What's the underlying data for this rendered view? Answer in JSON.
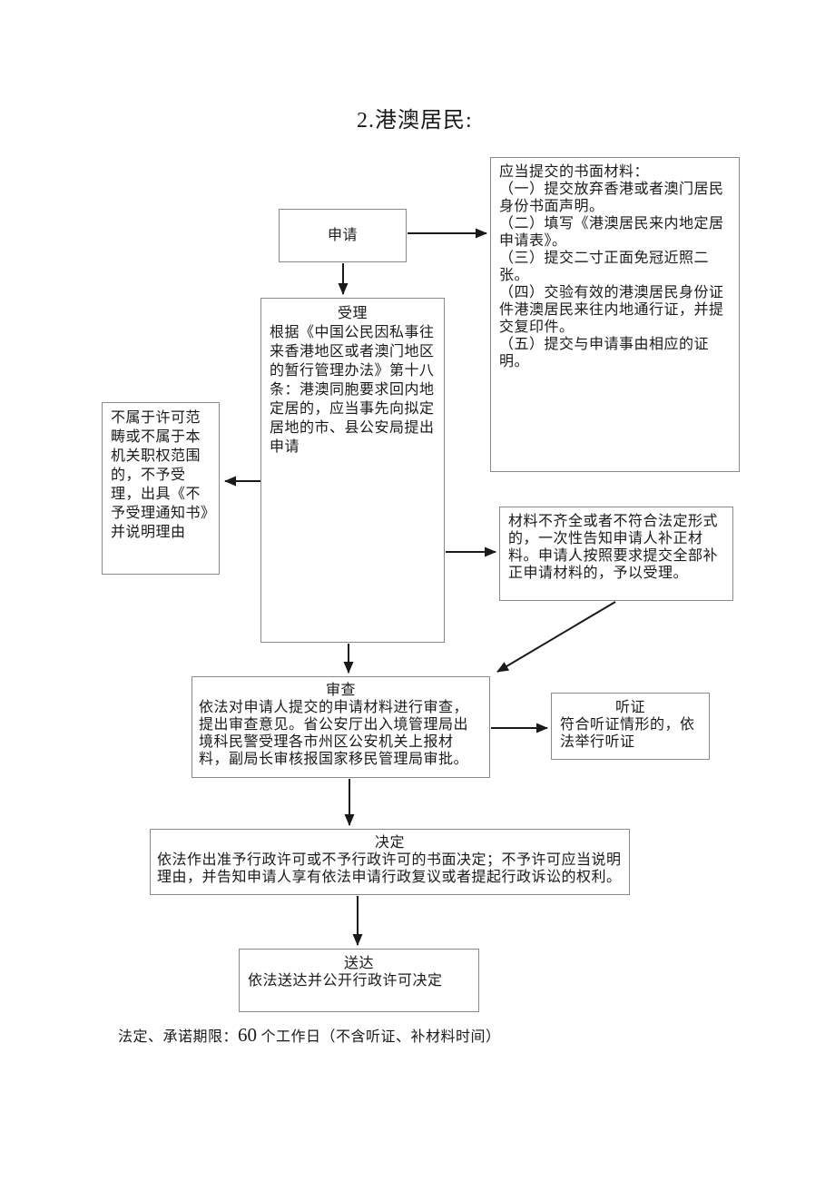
{
  "page": {
    "title": "2.港澳居民:"
  },
  "colors": {
    "ink": "#1a1a1a",
    "box_border": "#8a8a8a",
    "background": "#ffffff"
  },
  "flowchart": {
    "nodes": {
      "apply": {
        "title": "申请"
      },
      "materials": {
        "body": "应当提交的书面材料：\n（一）提交放弃香港或者澳门居民身份书面声明。\n（二）填写《港澳居民来内地定居申请表》。\n（三）提交二寸正面免冠近照二张。\n（四）交验有效的港澳居民身份证件港澳居民来往内地通行证，并提交复印件。\n（五）提交与申请事由相应的证明。"
      },
      "accept": {
        "title": "受理",
        "body": "根据《中国公民因私事往来香港地区或者澳门地区的暂行管理办法》第十八条：港澳同胞要求回内地定居的，应当事先向拟定居地的市、县公安局提出申请"
      },
      "reject": {
        "body": "不属于许可范畴或不属于本机关职权范围的，不予受理，出具《不予受理通知书》并说明理由"
      },
      "supplement": {
        "body": "材料不齐全或者不符合法定形式的，一次性告知申请人补正材料。申请人按照要求提交全部补正申请材料的，予以受理。"
      },
      "review": {
        "title": "审查",
        "body": "依法对申请人提交的申请材料进行审查，提出审查意见。省公安厅出入境管理局出境科民警受理各市州区公安机关上报材料，副局长审核报国家移民管理局审批。"
      },
      "hearing": {
        "title": "听证",
        "body": "符合听证情形的，依法举行听证"
      },
      "decision": {
        "title": "决定",
        "body": "依法作出准予行政许可或不予行政许可的书面决定；不予许可应当说明理由，并告知申请人享有依法申请行政复议或者提起行政诉讼的权利。"
      },
      "delivery": {
        "title": "送达",
        "body": "依法送达并公开行政许可决定"
      }
    }
  },
  "footer": {
    "prefix": "法定、承诺期限：",
    "number": "60",
    "suffix": " 个工作日（不含听证、补材料时间）"
  }
}
